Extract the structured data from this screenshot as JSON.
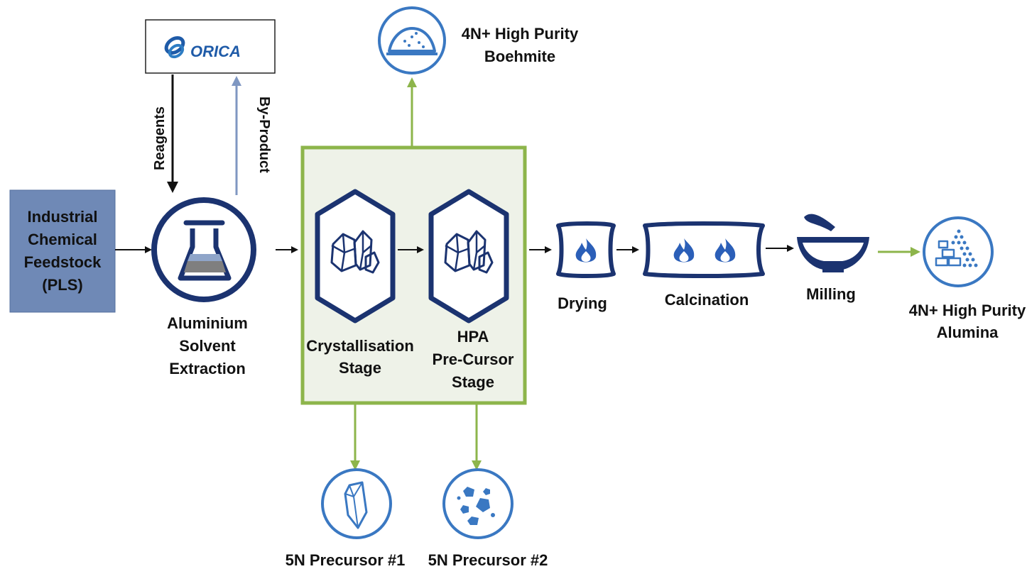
{
  "logo": {
    "text": "ORICA"
  },
  "side_labels": {
    "reagents": "Reagents",
    "by_product": "By-Product"
  },
  "feedstock": {
    "lines": [
      "Industrial",
      "Chemical",
      "Feedstock",
      "(PLS)"
    ]
  },
  "steps": {
    "solvent_extraction": [
      "Aluminium",
      "Solvent",
      "Extraction"
    ],
    "crystallisation": [
      "Crystallisation",
      "Stage"
    ],
    "precursor_stage": [
      "HPA",
      "Pre-Cursor",
      "Stage"
    ],
    "drying": "Drying",
    "calcination": "Calcination",
    "milling": "Milling"
  },
  "products": {
    "boehmite": [
      "4N+ High Purity",
      "Boehmite"
    ],
    "alumina": [
      "4N+ High Purity",
      "Alumina"
    ],
    "precursor1": "5N Precursor #1",
    "precursor2": "5N Precursor #2"
  },
  "colors": {
    "navy": "#1b3370",
    "icon_blue": "#3a78c2",
    "green": "#8db54b",
    "feed_box": "#6f89b6",
    "byproduct_arrow": "#7f97c2",
    "stage_bg": "#eef2e8"
  },
  "icons": {
    "flask": "flask-icon",
    "crystal": "crystal-icon",
    "flame": "flame-icon",
    "mortar": "mortar-pestle-icon",
    "powder": "powder-pile-icon",
    "ingots": "ingots-pyramid-icon",
    "single_crystal": "single-crystal-icon",
    "granules": "granules-icon"
  }
}
